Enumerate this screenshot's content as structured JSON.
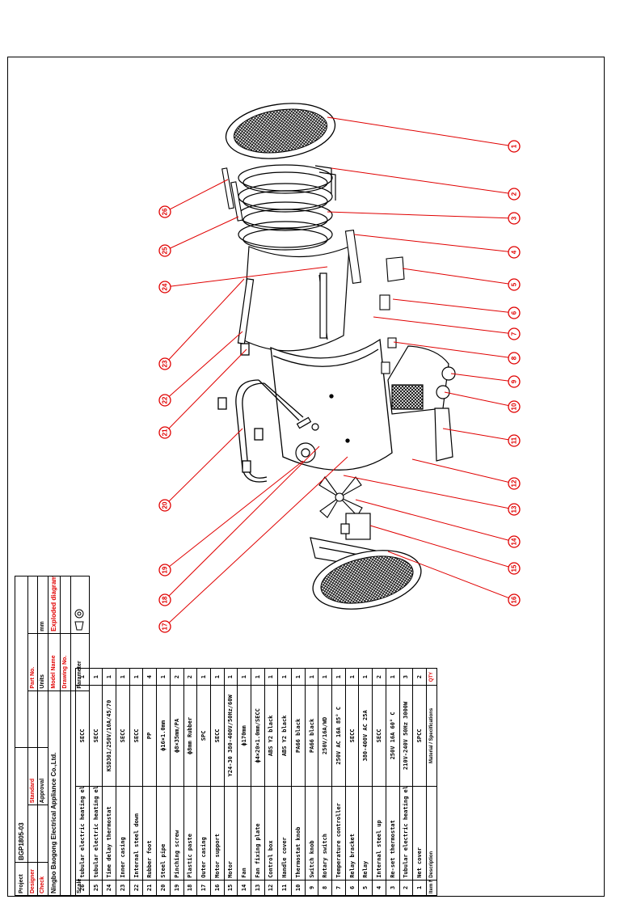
{
  "title_block": {
    "project_label": "Project",
    "project_value": "BGP1805-03",
    "designer_label": "Designer",
    "check_label": "Check",
    "standard_label": "Standard",
    "approval_label": "Approval",
    "part_no_label": "Part No.",
    "units_label": "Units",
    "units_value": "mm",
    "scale_label": "Scale",
    "parameter_label": "Parameter",
    "company": "Ningbo Baogong Electrical Appliance Co.,Ltd.",
    "model_name_label": "Model Name",
    "drawing_no_label": "Drawing No.",
    "drawing_title": "Exploded diagram"
  },
  "bom": {
    "headers": {
      "no": "Item No.",
      "description": "Description",
      "material": "Material / Specifications",
      "qty": "QTY"
    },
    "rows": [
      {
        "no": "1",
        "description": "Net cover",
        "material": "SPCC",
        "qty": "2"
      },
      {
        "no": "2",
        "description": "Tubular electric heating element",
        "material": "210V-240V 50Hz 3000W",
        "qty": "3"
      },
      {
        "no": "3",
        "description": "Re-set thermostat",
        "material": "250V 16A 60° C",
        "qty": "1"
      },
      {
        "no": "4",
        "description": "Internal steel up",
        "material": "SECC",
        "qty": "2"
      },
      {
        "no": "5",
        "description": "Relay",
        "material": "380-400V AC 25A",
        "qty": "1"
      },
      {
        "no": "6",
        "description": "Relay bracket",
        "material": "SECC",
        "qty": "1"
      },
      {
        "no": "7",
        "description": "Temperature controller",
        "material": "250V AC 16A 85° C",
        "qty": "1"
      },
      {
        "no": "8",
        "description": "Rotary switch",
        "material": "250V/16A/WD",
        "qty": "1"
      },
      {
        "no": "9",
        "description": "Switch knob",
        "material": "PA66 black",
        "qty": "1"
      },
      {
        "no": "10",
        "description": "Thermostat knob",
        "material": "PA66 black",
        "qty": "1"
      },
      {
        "no": "11",
        "description": "Handle cover",
        "material": "ABS Y2 black",
        "qty": "1"
      },
      {
        "no": "12",
        "description": "Control box",
        "material": "ABS Y2 black",
        "qty": "1"
      },
      {
        "no": "13",
        "description": "Fan fixing plate",
        "material": "ϕ4×20×1.0mm/SECC",
        "qty": "1"
      },
      {
        "no": "14",
        "description": "Fan",
        "material": "ϕ170mm",
        "qty": "1"
      },
      {
        "no": "15",
        "description": "Motor",
        "material": "Y24-30 380-400V/50Hz/60W",
        "qty": "1"
      },
      {
        "no": "16",
        "description": "Motor support",
        "material": "SECC",
        "qty": "1"
      },
      {
        "no": "17",
        "description": "Outer casing",
        "material": "SPC",
        "qty": "1"
      },
      {
        "no": "18",
        "description": "Plastic paste",
        "material": "ϕ8mm Rubber",
        "qty": "2"
      },
      {
        "no": "19",
        "description": "Pinching screw",
        "material": "ϕ8×35mm/PA",
        "qty": "2"
      },
      {
        "no": "20",
        "description": "Steel pipe",
        "material": "ϕ16×1.0mm",
        "qty": "1"
      },
      {
        "no": "21",
        "description": "Rubber foot",
        "material": "PP",
        "qty": "4"
      },
      {
        "no": "22",
        "description": "Internal steel down",
        "material": "SECC",
        "qty": "1"
      },
      {
        "no": "23",
        "description": "Inner casing",
        "material": "SECC",
        "qty": "1"
      },
      {
        "no": "24",
        "description": "Time delay thermostat",
        "material": "KSD301/250V/10A/45/70",
        "qty": "1"
      },
      {
        "no": "25",
        "description": "tubular electric heating element front support",
        "material": "SECC",
        "qty": "1"
      },
      {
        "no": "26",
        "description": "tubular electric heating element bottom support",
        "material": "SECC",
        "qty": "1"
      }
    ]
  },
  "callouts": [
    "1",
    "2",
    "3",
    "4",
    "5",
    "6",
    "7",
    "8",
    "9",
    "10",
    "11",
    "12",
    "13",
    "14",
    "15",
    "16",
    "17",
    "18",
    "19",
    "20",
    "21",
    "22",
    "23",
    "24",
    "25",
    "26"
  ],
  "colors": {
    "callout": "#e00000",
    "line": "#000000"
  }
}
